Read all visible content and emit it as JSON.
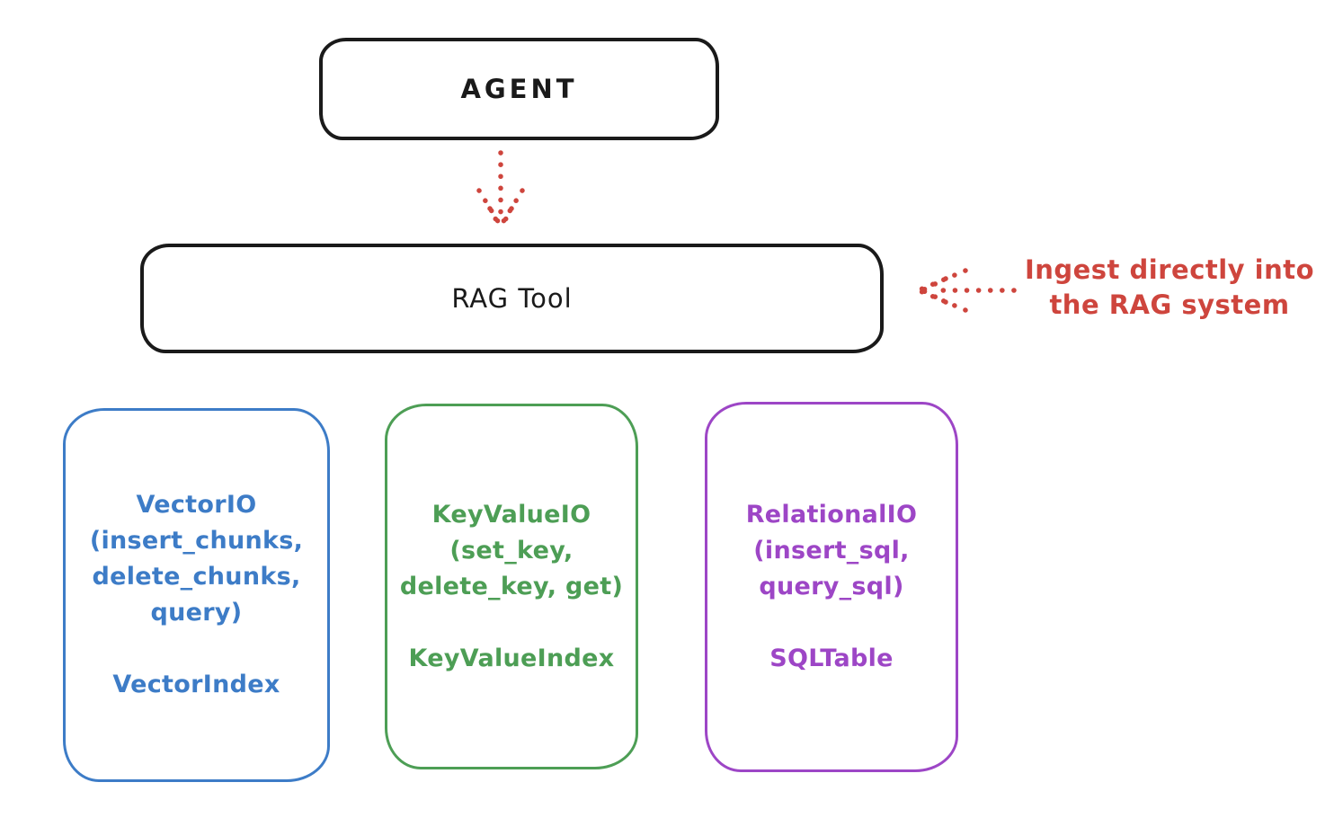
{
  "agent_box": {
    "label": "AGENT"
  },
  "rag_box": {
    "label": "RAG Tool"
  },
  "annotation": {
    "line1": "Ingest directly into",
    "line2": "the RAG system"
  },
  "backend_boxes": {
    "vector": {
      "title": "VectorIO",
      "ops_line1": "(insert_chunks,",
      "ops_line2": "delete_chunks,",
      "ops_line3": "query)",
      "index": "VectorIndex"
    },
    "keyvalue": {
      "title": "KeyValueIO",
      "ops_line1": "(set_key,",
      "ops_line2": "delete_key, get)",
      "index": "KeyValueIndex"
    },
    "relational": {
      "title": "RelationalIO",
      "ops_line1": "(insert_sql,",
      "ops_line2": "query_sql)",
      "index": "SQLTable"
    }
  },
  "colors": {
    "background": "#ffffff",
    "ink": "#1a1a1a",
    "red": "#ce453d",
    "blue": "#3d7cc7",
    "green": "#4d9e55",
    "purple": "#9d46c6"
  }
}
